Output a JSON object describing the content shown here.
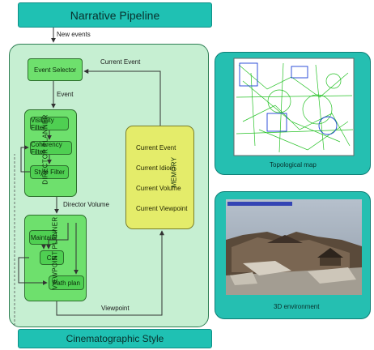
{
  "top_banner": "Narrative Pipeline",
  "bottom_banner": "Cinematographic Style",
  "labels": {
    "new_events": "New events",
    "event": "Event",
    "current_event_arrow": "Current Event",
    "director_volume": "Director Volume",
    "viewpoint": "Viewpoint"
  },
  "event_selector": "Event Selector",
  "director_planner": {
    "title": "DIRECTOR PLANNER",
    "filters": [
      "Visibility Filter",
      "Coherency Filter",
      "Style Filter"
    ]
  },
  "viewpoint_planner": {
    "title": "VIEWPOINT PLANNER",
    "items": [
      "Maintain",
      "Cut",
      "Path plan"
    ]
  },
  "memory": {
    "title": "MEMORY",
    "items": [
      "Current Event",
      "Current Idiom",
      "Current Volume",
      "Current Viewpoint"
    ]
  },
  "cards": {
    "topological_map": "Topological map",
    "environment": "3D environment"
  },
  "colors": {
    "banner": "#1fc1b3",
    "panel": "#c6efd2",
    "module_green": "#6ee06d",
    "memory_yellow": "#e4ec6a",
    "card_teal": "#25bfb1"
  }
}
